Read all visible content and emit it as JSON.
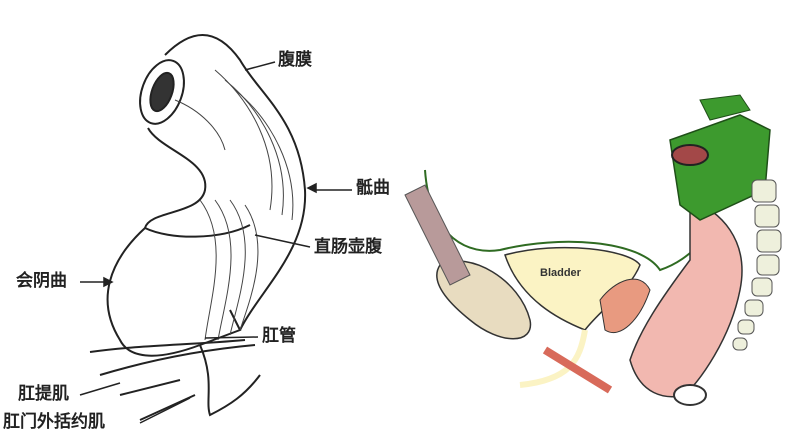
{
  "left_figure": {
    "labels": {
      "peritoneum": "腹膜",
      "sacral_flexure": "骶曲",
      "rectal_ampulla": "直肠壶腹",
      "perineal_flexure": "会阴曲",
      "anal_canal": "肛管",
      "levator_ani": "肛提肌",
      "external_anal_sphincter": "肛门外括约肌"
    }
  },
  "right_figure": {
    "labels": {
      "bladder": "Bladder"
    },
    "colors": {
      "peritoneum": "#3d9a2e",
      "rectum": "#f2b8b0",
      "bladder": "#fbf3c4",
      "bone": "#e8dcc0",
      "outline": "#2f6b22"
    }
  }
}
